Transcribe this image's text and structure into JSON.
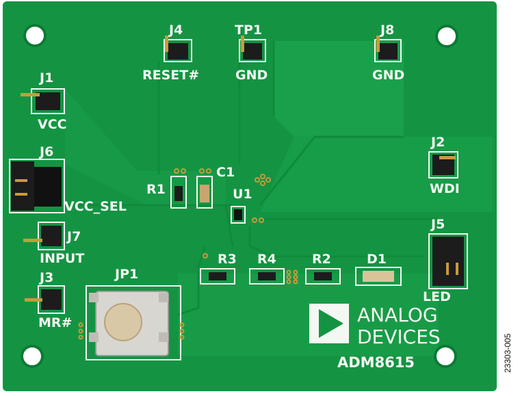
{
  "board": {
    "connectors": {
      "j4": "J4",
      "reset": "RESET#",
      "tp1": "TP1",
      "gnd1": "GND",
      "j8": "J8",
      "gnd2": "GND",
      "j1": "J1",
      "vcc": "VCC",
      "j6": "J6",
      "vcc_sel": "VCC_SEL",
      "j7": "J7",
      "input": "INPUT",
      "j3": "J3",
      "mr": "MR#",
      "j2": "J2",
      "wdi": "WDI",
      "j5": "J5",
      "led": "LED",
      "jp1": "JP1"
    },
    "components": {
      "r1": "R1",
      "c1": "C1",
      "u1": "U1",
      "r3": "R3",
      "r4": "R4",
      "r2": "R2",
      "d1": "D1"
    },
    "logo": {
      "line1": "ANALOG",
      "line2": "DEVICES"
    },
    "part_number": "ADM8615"
  },
  "figure_id": "23303-005",
  "colors": {
    "pcb": "#149443",
    "copper_fill": "#1a9e4a",
    "silkscreen": "#f4f8f2",
    "gold": "#c89b3c",
    "header_black": "#1c1c1c"
  }
}
